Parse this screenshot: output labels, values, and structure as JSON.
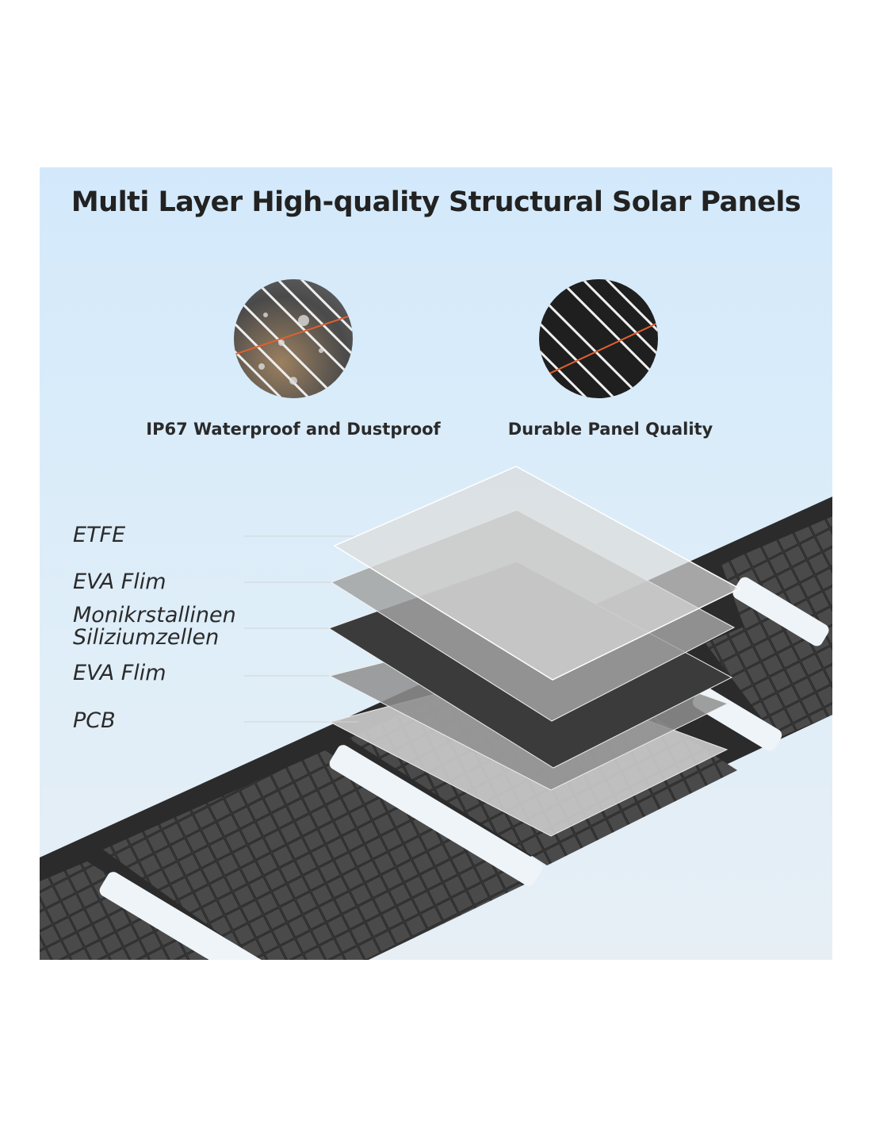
{
  "title": "Multi Layer High-quality Structural Solar Panels",
  "features": [
    {
      "icon": "water-droplets-icon",
      "label": "IP67 Waterproof and Dustproof"
    },
    {
      "icon": "solar-cell-closeup-icon",
      "label": "Durable Panel Quality"
    }
  ],
  "layers": [
    {
      "label": "ETFE",
      "color": "#d8d8d8"
    },
    {
      "label": "EVA Flim",
      "color": "#a9a9a9"
    },
    {
      "label": "Monikrstallinen Siliziumzellen",
      "color": "#3c3c3c"
    },
    {
      "label": "EVA Flim",
      "color": "#8f8f8f"
    },
    {
      "label": "PCB",
      "color": "#c4c4c4"
    }
  ]
}
